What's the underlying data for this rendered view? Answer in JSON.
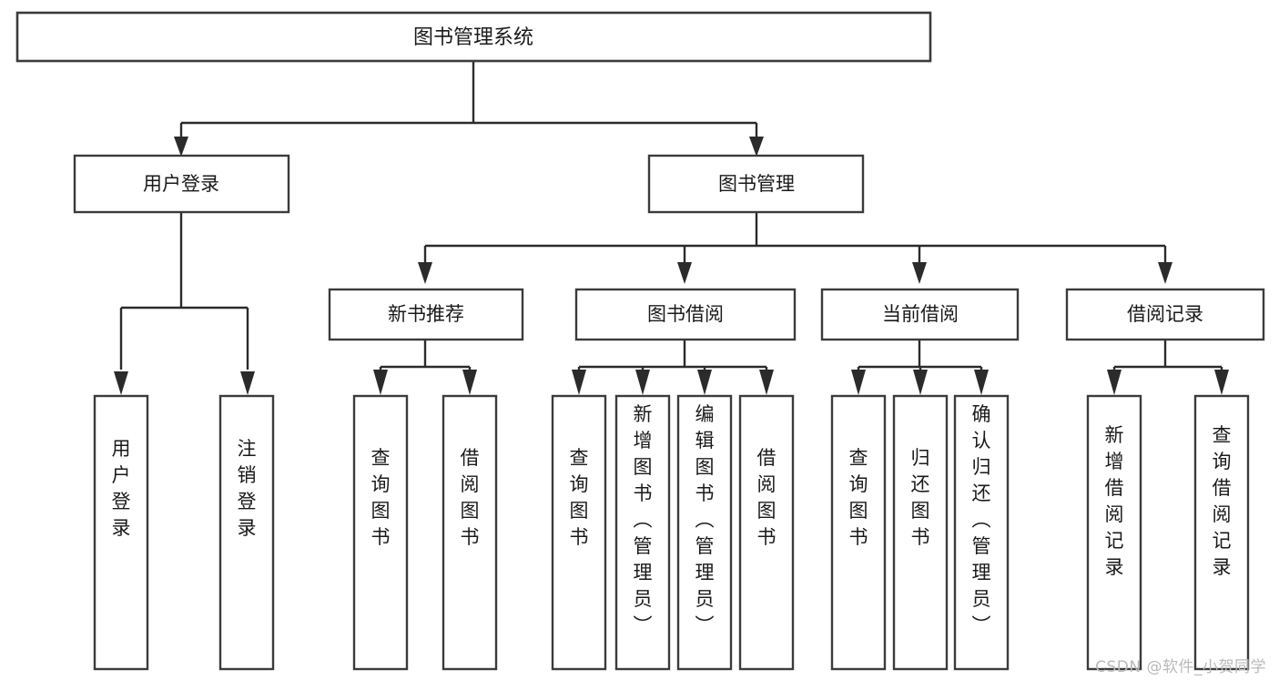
{
  "diagram": {
    "title": "图书管理系统",
    "watermark": "CSDN @软件_小贺同学",
    "type": "tree-hierarchy-diagram",
    "root": {
      "id": "root",
      "label": "图书管理系统"
    },
    "level2": [
      {
        "id": "user-login",
        "label": "用户登录"
      },
      {
        "id": "book-management",
        "label": "图书管理"
      }
    ],
    "level3": [
      {
        "id": "new-book-recommend",
        "label": "新书推荐",
        "parent": "book-management"
      },
      {
        "id": "book-borrow",
        "label": "图书借阅",
        "parent": "book-management"
      },
      {
        "id": "current-borrow",
        "label": "当前借阅",
        "parent": "book-management"
      },
      {
        "id": "borrow-record",
        "label": "借阅记录",
        "parent": "book-management"
      }
    ],
    "leaves": {
      "user-login": [
        {
          "id": "leaf-user-login",
          "label": "用户登录"
        },
        {
          "id": "leaf-logout-login",
          "label": "注销登录"
        }
      ],
      "new-book-recommend": [
        {
          "id": "leaf-query-book-1",
          "label": "查询图书"
        },
        {
          "id": "leaf-borrow-book-1",
          "label": "借阅图书"
        }
      ],
      "book-borrow": [
        {
          "id": "leaf-query-book-2",
          "label": "查询图书"
        },
        {
          "id": "leaf-add-book",
          "label": "新增图书（管理员）"
        },
        {
          "id": "leaf-edit-book",
          "label": "编辑图书（管理员）"
        },
        {
          "id": "leaf-borrow-book-2",
          "label": "借阅图书"
        }
      ],
      "current-borrow": [
        {
          "id": "leaf-query-book-3",
          "label": "查询图书"
        },
        {
          "id": "leaf-return-book",
          "label": "归还图书"
        },
        {
          "id": "leaf-confirm-return",
          "label": "确认归还（管理员）"
        }
      ],
      "borrow-record": [
        {
          "id": "leaf-add-record",
          "label": "新增借阅记录"
        },
        {
          "id": "leaf-query-record",
          "label": "查询借阅记录"
        }
      ]
    },
    "colors": {
      "box_stroke": "#3b3b3b",
      "connector": "#2b2b2b",
      "text": "#1a1a1a",
      "background": "#ffffff",
      "watermark": "#b9b9b9"
    }
  }
}
